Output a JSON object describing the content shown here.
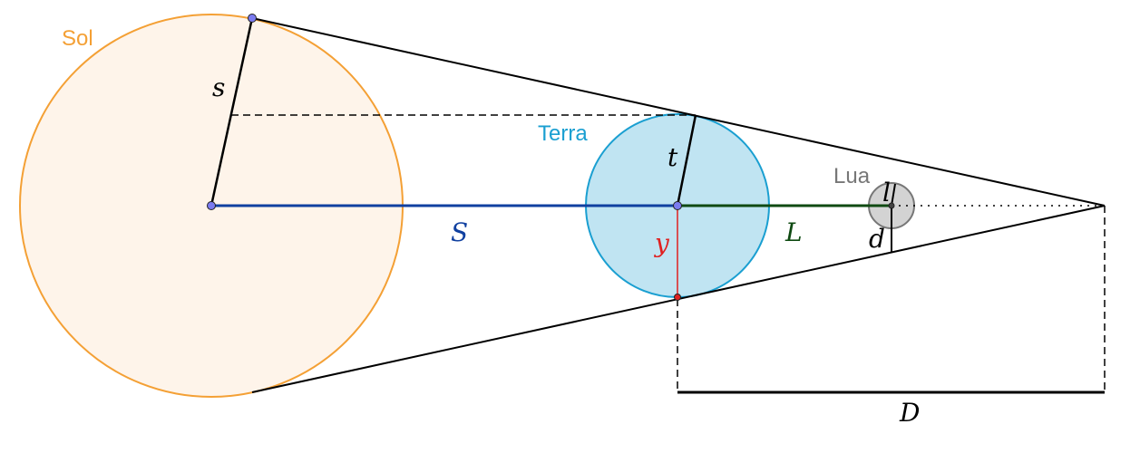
{
  "bodies": {
    "sun": {
      "label": "Sol",
      "color": "#f4a035",
      "fill": "#fef4ea"
    },
    "earth": {
      "label": "Terra",
      "color": "#1a9fd1",
      "fill": "#c0e4f2"
    },
    "moon": {
      "label": "Lua",
      "color": "#777777",
      "fill": "#d3d3d3"
    }
  },
  "segments": {
    "s": {
      "label": "s",
      "color": "#000000"
    },
    "t": {
      "label": "t",
      "color": "#000000"
    },
    "S": {
      "label": "S",
      "color": "#1040a0"
    },
    "L": {
      "label": "L",
      "color": "#0f4a12"
    },
    "y": {
      "label": "y",
      "color": "#e02020"
    },
    "l": {
      "label": "l",
      "color": "#000000"
    },
    "d": {
      "label": "d",
      "color": "#000000"
    },
    "D": {
      "label": "D",
      "color": "#000000"
    }
  },
  "point_color": "#7b7bf0"
}
